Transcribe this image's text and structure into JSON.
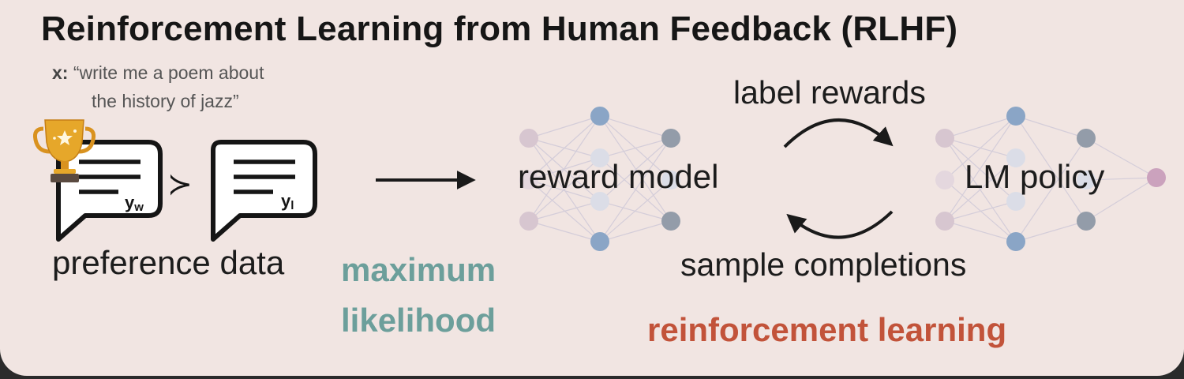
{
  "title": "Reinforcement Learning from Human Feedback (RLHF)",
  "prompt": {
    "label": "x:",
    "line1": "“write me a poem about",
    "line2": "the history of jazz”"
  },
  "preference": {
    "winner_label": "y",
    "winner_sub": "w",
    "loser_label": "y",
    "loser_sub": "l",
    "comparator": "≻",
    "caption": "preference data"
  },
  "training": {
    "ml_line1": "maximum",
    "ml_line2": "likelihood",
    "rl_label": "reinforcement learning"
  },
  "loop": {
    "reward_model": "reward model",
    "lm_policy": "LM policy",
    "top_arrow": "label rewards",
    "bottom_arrow": "sample completions"
  },
  "colors": {
    "slide_bg": "#f1e5e2",
    "ml_teal": "#6c9f9b",
    "rl_red": "#c2533a",
    "node_blue": "#7f9fc3",
    "node_slate": "#8995a3",
    "node_mauve": "#c8aabd",
    "node_pale": "#d9dde8",
    "trophy_gold": "#e6a72a"
  },
  "icons": [
    "trophy-icon",
    "speech-bubble-icon",
    "arrow-right-icon",
    "curved-arrow-icon",
    "neural-network-icon"
  ]
}
